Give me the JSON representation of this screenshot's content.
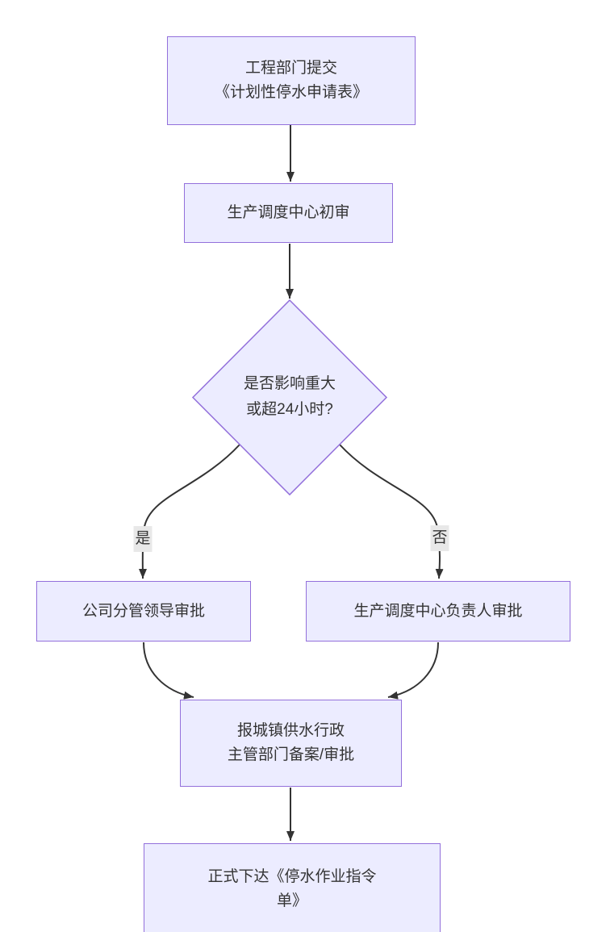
{
  "diagram": {
    "type": "flowchart",
    "direction": "top-down",
    "theme": {
      "node_fill": "#ECECFF",
      "node_border": "#9370DB",
      "edge_color": "#333333",
      "text_color": "#333333",
      "edge_label_bg": "#e8e8e8",
      "background": "#ffffff"
    },
    "nodes": {
      "submit": {
        "shape": "rect",
        "lines": [
          "工程部门提交",
          "《计划性停水申请表》"
        ]
      },
      "initial_review": {
        "shape": "rect",
        "lines": [
          "生产调度中心初审"
        ]
      },
      "decision": {
        "shape": "diamond",
        "lines": [
          "是否影响重大",
          "或超24小时?"
        ]
      },
      "leader_approval": {
        "shape": "rect",
        "lines": [
          "公司分管领导审批"
        ]
      },
      "center_head_approval": {
        "shape": "rect",
        "lines": [
          "生产调度中心负责人审批"
        ]
      },
      "gov_filing": {
        "shape": "rect",
        "lines": [
          "报城镇供水行政",
          "主管部门备案/审批"
        ]
      },
      "issue_order": {
        "shape": "rect",
        "lines": [
          "正式下达《停水作业指令",
          "单》"
        ]
      }
    },
    "edge_labels": {
      "yes": "是",
      "no": "否"
    },
    "edges": [
      {
        "from": "submit",
        "to": "initial_review",
        "label": ""
      },
      {
        "from": "initial_review",
        "to": "decision",
        "label": ""
      },
      {
        "from": "decision",
        "to": "leader_approval",
        "label": "是"
      },
      {
        "from": "decision",
        "to": "center_head_approval",
        "label": "否"
      },
      {
        "from": "leader_approval",
        "to": "gov_filing",
        "label": ""
      },
      {
        "from": "center_head_approval",
        "to": "gov_filing",
        "label": ""
      },
      {
        "from": "gov_filing",
        "to": "issue_order",
        "label": ""
      }
    ]
  }
}
